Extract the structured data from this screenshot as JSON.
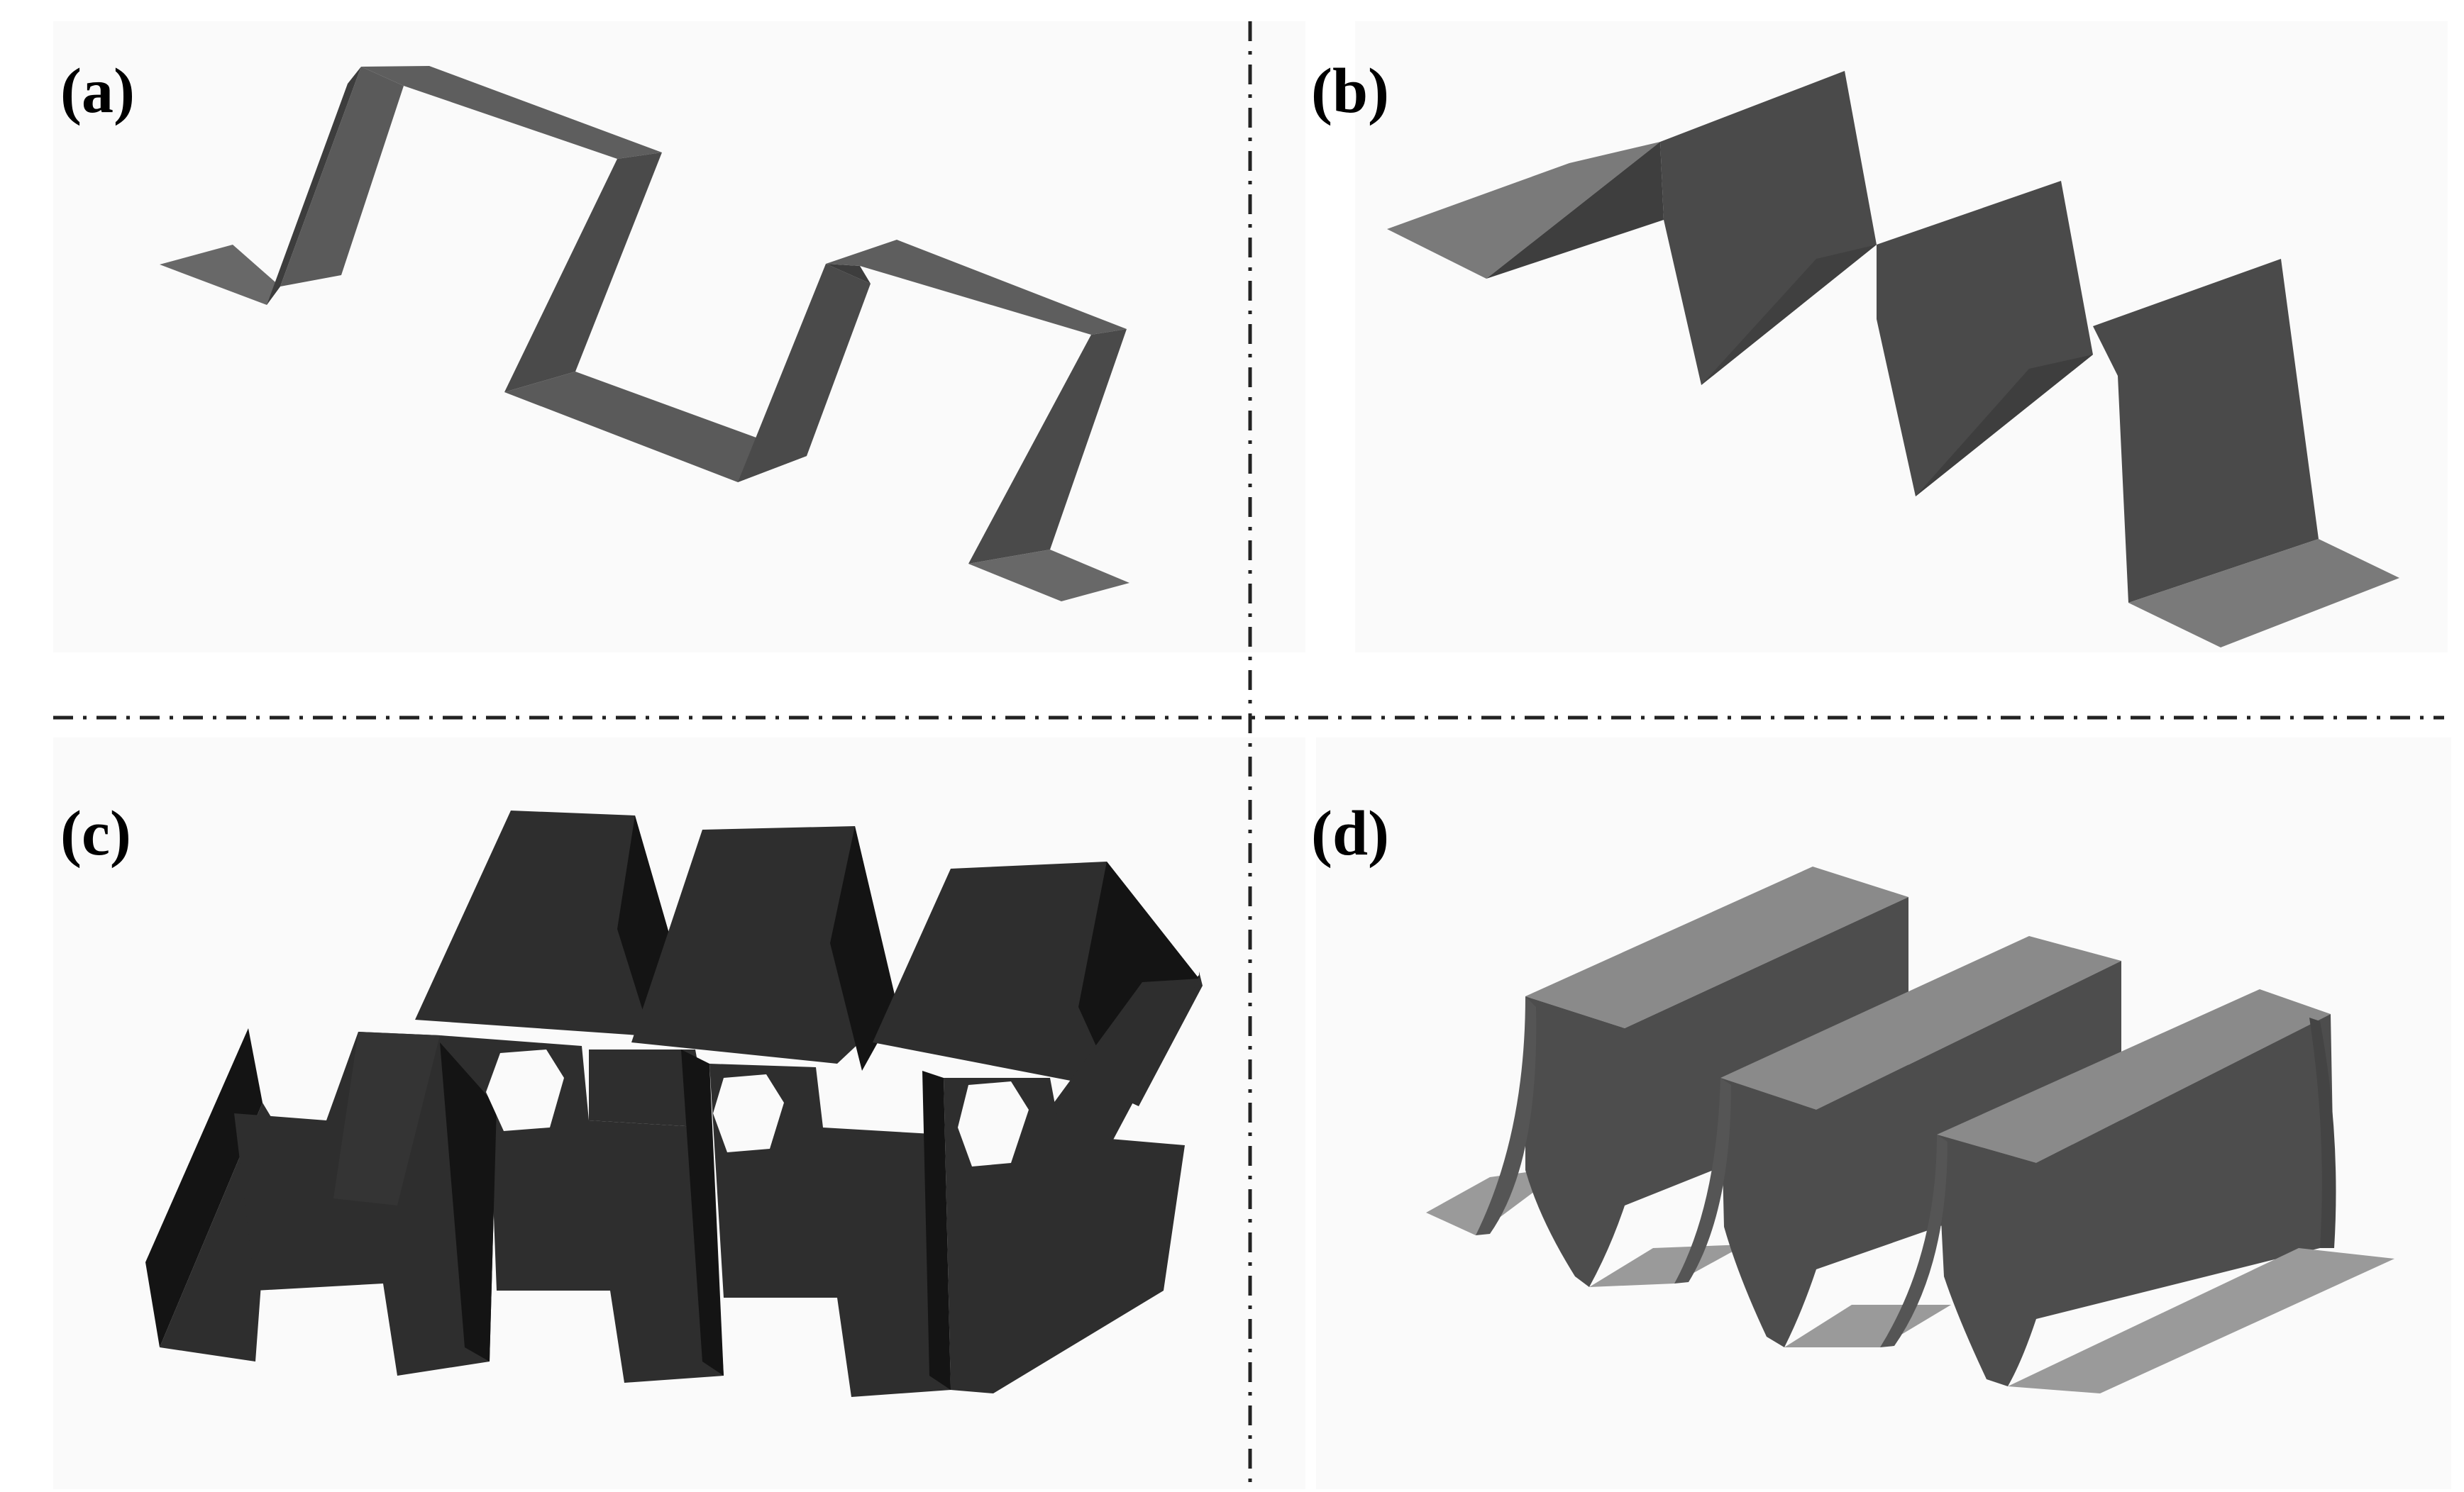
{
  "panels": [
    {
      "id": "a",
      "label": "(a)",
      "shape": "rectangular-wave strip fin"
    },
    {
      "id": "b",
      "label": "(b)",
      "shape": "triangular-wave plain fin"
    },
    {
      "id": "c",
      "label": "(c)",
      "shape": "offset-strip perforated fin"
    },
    {
      "id": "d",
      "label": "(d)",
      "shape": "curved rectangular fin"
    }
  ],
  "colors": {
    "panel_bg": "#fafafa",
    "divider": "#222222",
    "fin_a": "#4e4e4e",
    "fin_a_top": "#5e5e5e",
    "fin_a_side": "#3d3d3d",
    "fin_a_flat": "#686868",
    "fin_b_face": "#4a4a4a",
    "fin_b_shade": "#3e3e3e",
    "fin_b_flat": "#7a7a7a",
    "fin_c_front": "#2e2e2e",
    "fin_c_side": "#141414",
    "fin_d_top": "#8a8a8a",
    "fin_d_face": "#4d4d4d",
    "fin_d_flat": "#9a9a9a"
  }
}
